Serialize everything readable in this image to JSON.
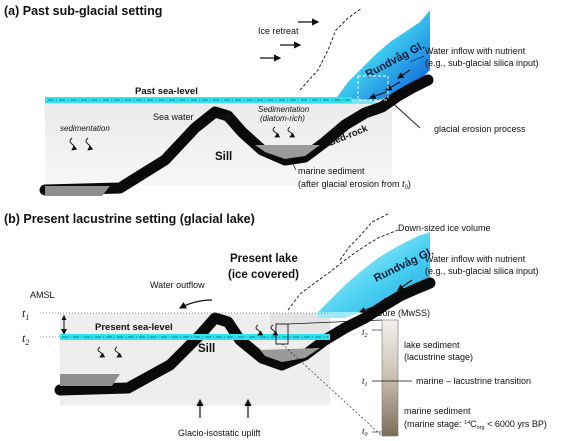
{
  "panel_a": {
    "title": "(a) Past sub-glacial setting",
    "ice_retreat": "Ice retreat",
    "glacier_name": "Rundvåg Gl.",
    "water_inflow_line1": "Water inflow with nutrient",
    "water_inflow_line2": "(e.g., sub-glacial silica input)",
    "past_sea_level": "Past sea-level",
    "sedimentation_left": "sedimentation",
    "sea_water": "Sea water",
    "sedimentation_mid_line1": "Sedimentation",
    "sedimentation_mid_line2": "(diatom-rich)",
    "glacial_erosion": "glacial erosion process",
    "sill": "Sill",
    "bed_rock": "Bed-rock",
    "marine_sediment_line1": "marine sediment",
    "marine_sediment_line2": "(after glacial erosion from ",
    "marine_sediment_t0": "t",
    "marine_sediment_t0_sub": "0",
    "marine_sediment_close": ")"
  },
  "panel_b": {
    "title": "(b) Present lacustrine setting (glacial lake)",
    "downsized_ice": "Down-sized ice volume",
    "glacier_name": "Rundvåg Gl.",
    "water_inflow_line1": "Water inflow with nutrient",
    "water_inflow_line2": "(e.g., sub-glacial silica input)",
    "present_lake_line1": "Present lake",
    "present_lake_line2": "(ice covered)",
    "water_outflow": "Water outflow",
    "amsl": "AMSL",
    "t1_letter": "t",
    "t1_sub": "1",
    "t2_letter": "t",
    "t2_sub": "2",
    "present_sea_level": "Present sea-level",
    "core": "Core (MwSS)",
    "core_t2_letter": "t",
    "core_t2_sub": "2",
    "core_t1_letter": "t",
    "core_t1_sub": "1",
    "core_t0_letter": "t",
    "core_t0_sub": "0",
    "lake_sediment_line1": "lake sediment",
    "lake_sediment_line2": "(lacustrine stage)",
    "transition": "marine – lacustrine transition",
    "marine_sediment_line1": "marine sediment",
    "marine_sediment_line2_a": "(marine stage: ",
    "marine_sediment_sup": "14",
    "marine_sediment_c": "C",
    "marine_sediment_sub": "org",
    "marine_sediment_line2_b": " < 6000 yrs BP)",
    "sill": "Sill",
    "uplift": "Glacio-isostatic uplift"
  },
  "colors": {
    "sea_level_cyan": "#33e6f0",
    "ice_light": "#c6f4fb",
    "ice_mid": "#28bde8",
    "ice_deep": "#1646c8",
    "rock": "#0a0a0a",
    "sediment_gray": "#9a9a9a",
    "core_brown": "#8a7b66"
  }
}
